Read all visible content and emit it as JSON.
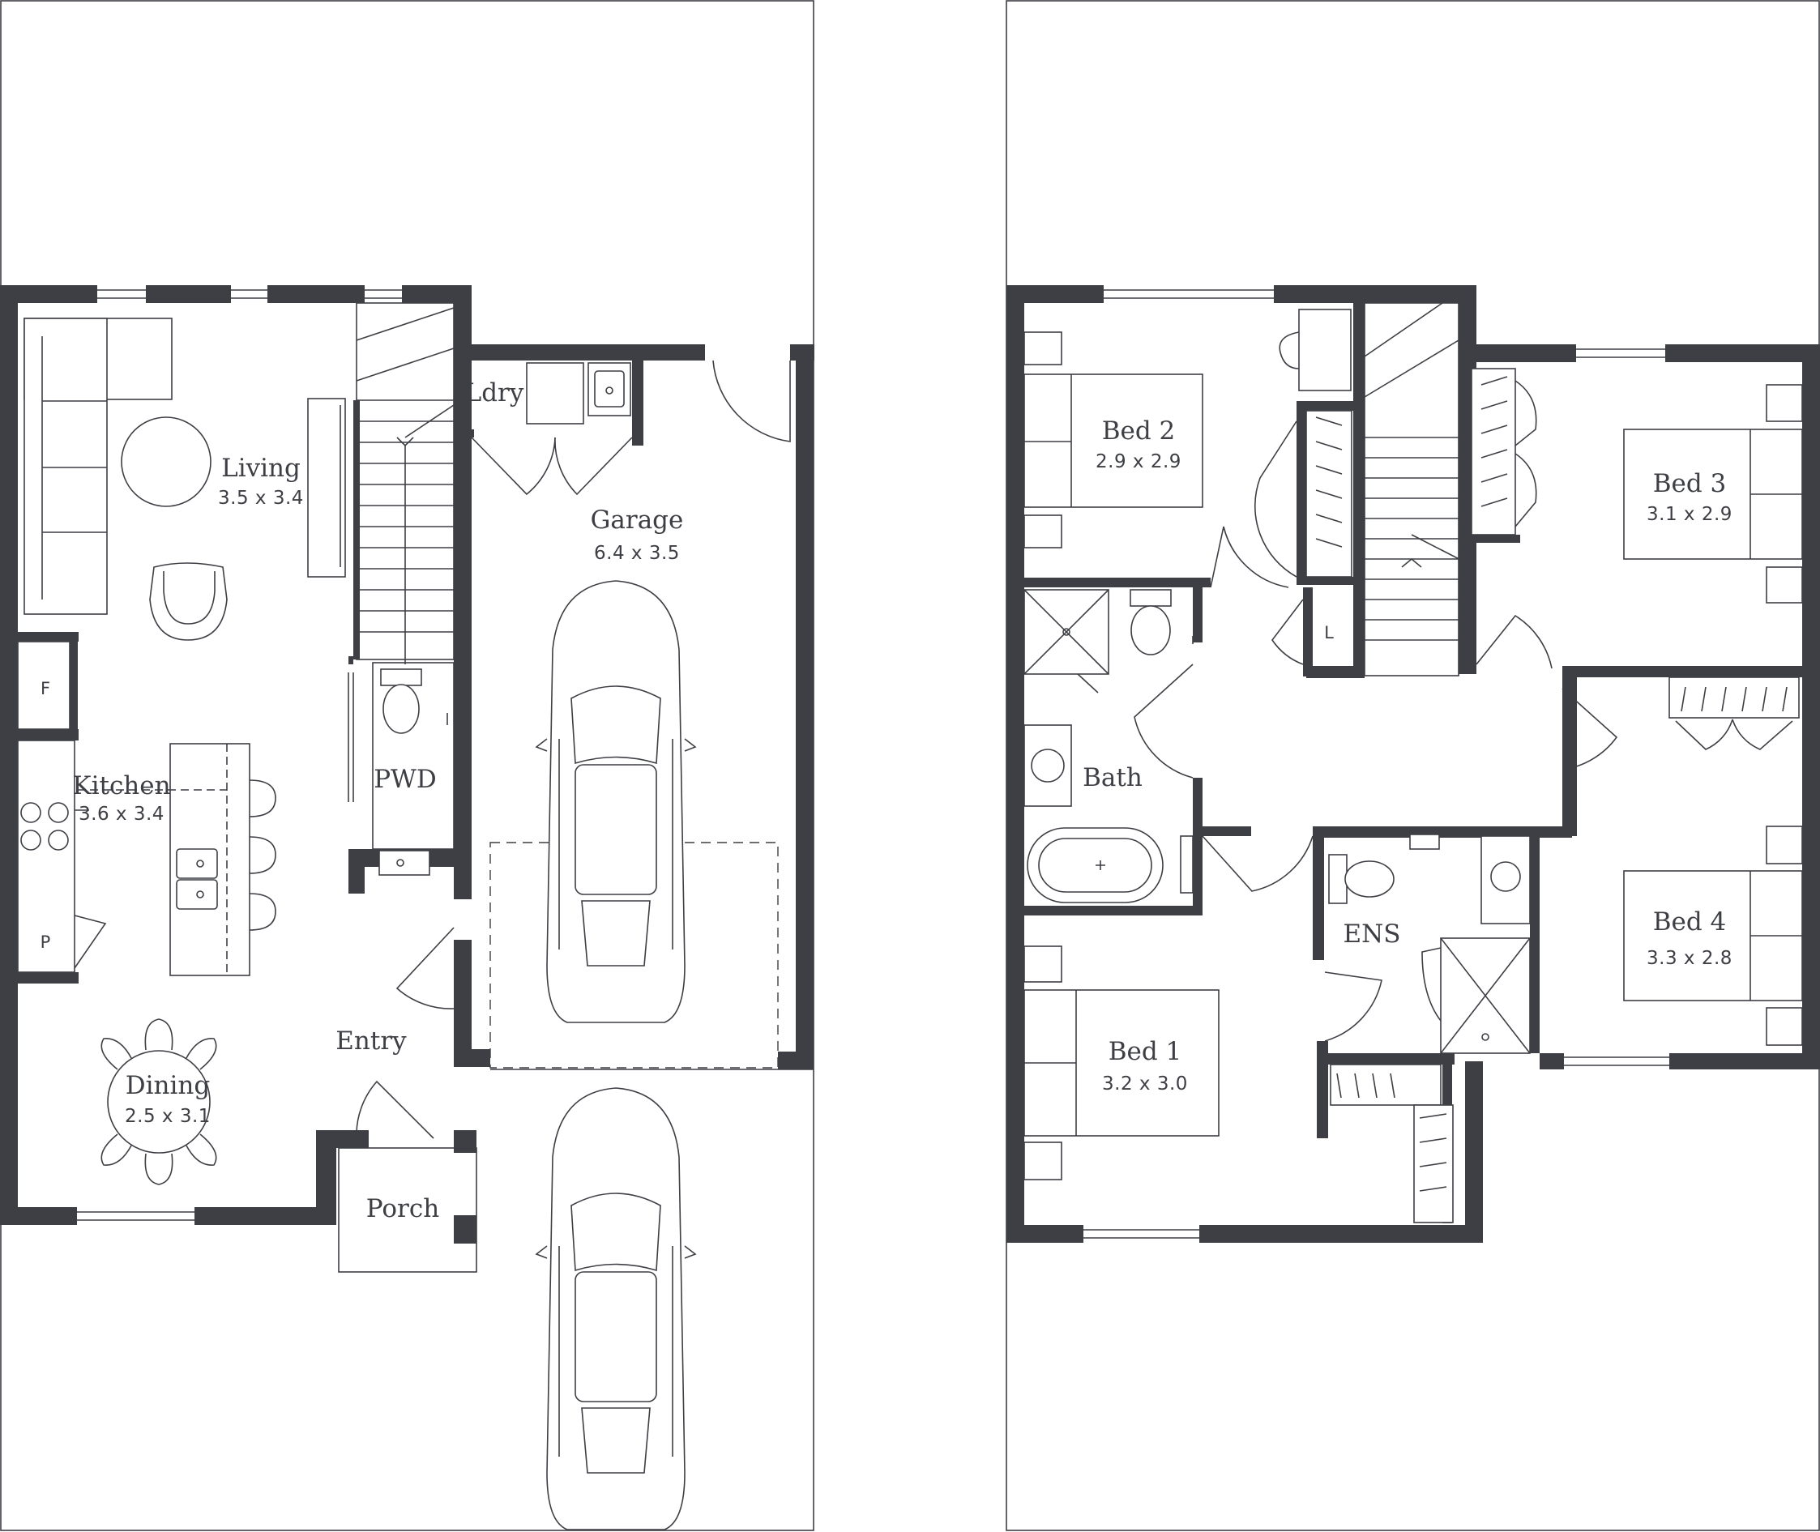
{
  "ground_floor": {
    "rooms": {
      "living": {
        "name": "Living",
        "dims": "3.5 x 3.4"
      },
      "kitchen": {
        "name": "Kitchen",
        "dims": "3.6 x 3.4"
      },
      "dining": {
        "name": "Dining",
        "dims": "2.5 x 3.1"
      },
      "garage": {
        "name": "Garage",
        "dims": "6.4 x 3.5"
      },
      "laundry": {
        "name": "Ldry"
      },
      "powder": {
        "name": "PWD"
      },
      "entry": {
        "name": "Entry"
      },
      "porch": {
        "name": "Porch"
      }
    },
    "tags": {
      "fridge": "F",
      "pantry": "P"
    }
  },
  "first_floor": {
    "rooms": {
      "bed1": {
        "name": "Bed 1",
        "dims": "3.2 x 3.0"
      },
      "bed2": {
        "name": "Bed 2",
        "dims": "2.9 x 2.9"
      },
      "bed3": {
        "name": "Bed 3",
        "dims": "3.1 x 2.9"
      },
      "bed4": {
        "name": "Bed 4",
        "dims": "3.3 x 2.8"
      },
      "bath": {
        "name": "Bath"
      },
      "ensuite": {
        "name": "ENS"
      }
    },
    "tags": {
      "linen": "L"
    }
  },
  "colors": {
    "wall": "#3d3f45",
    "background": "#ffffff"
  }
}
